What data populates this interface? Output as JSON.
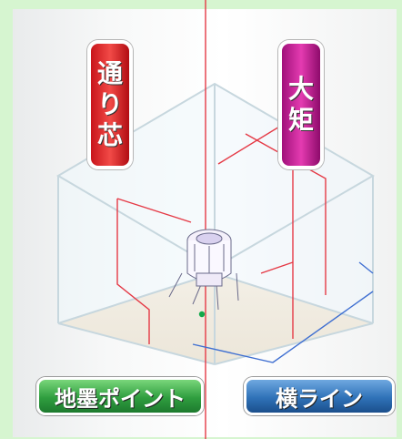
{
  "labels": {
    "center_line": [
      "通",
      "り",
      "芯"
    ],
    "vertical_line": [
      "大",
      "矩"
    ],
    "floor_point": "地墨ポイント",
    "horizontal_line": "横ライン"
  },
  "colors": {
    "page_bg": "#d6f5d0",
    "red_laser": "#e53945",
    "blue_laser": "#3f6fd1",
    "green_point": "#11a84a",
    "tag_red": "#e8262c",
    "tag_magenta": "#c2148a",
    "tag_green": "#2f9e3f",
    "tag_blue": "#2f72b8"
  }
}
